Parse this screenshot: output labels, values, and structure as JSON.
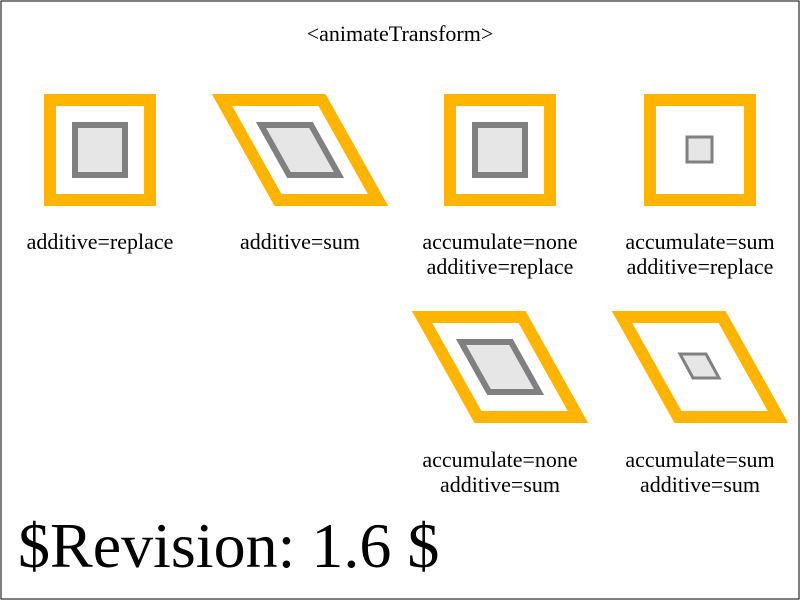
{
  "title": "<animateTransform>",
  "revision": "$Revision: 1.6 $",
  "colors": {
    "frame_outer": "#ffb400",
    "frame_inner_stroke": "#808080",
    "frame_inner_fill": "#e6e6e6",
    "border": "#000000"
  },
  "cells": [
    {
      "label_lines": [
        "additive=replace"
      ]
    },
    {
      "label_lines": [
        "additive=sum"
      ]
    },
    {
      "label_lines": [
        "accumulate=none",
        "additive=replace"
      ]
    },
    {
      "label_lines": [
        "accumulate=sum",
        "additive=replace"
      ]
    },
    {
      "label_lines": [
        "accumulate=none",
        "additive=sum"
      ]
    },
    {
      "label_lines": [
        "accumulate=sum",
        "additive=sum"
      ]
    }
  ]
}
